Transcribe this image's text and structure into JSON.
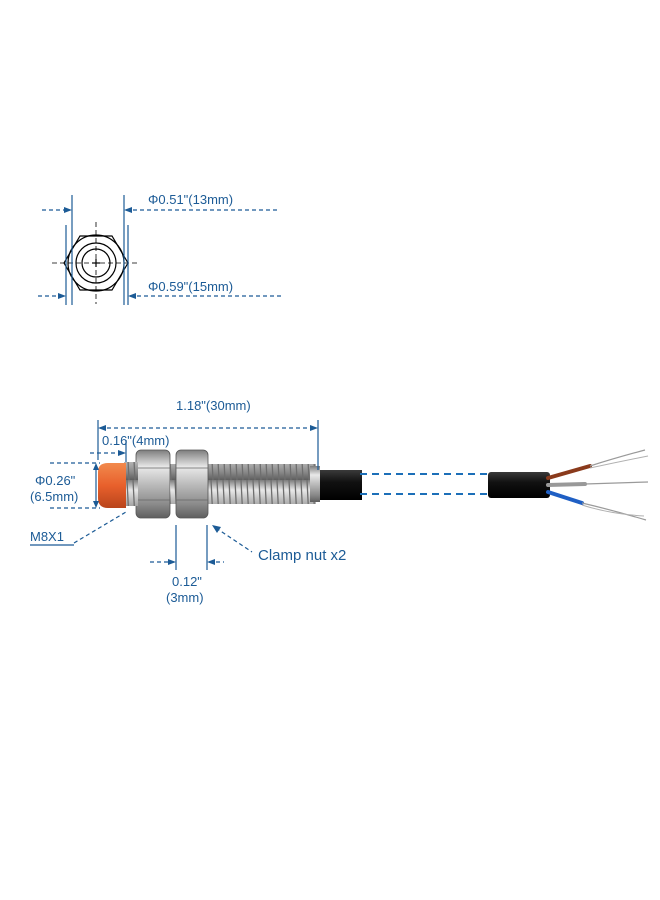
{
  "labels": {
    "inner_diameter": "Φ0.51\"(13mm)",
    "outer_diameter": "Φ0.59\"(15mm)",
    "total_length": "1.18\"(30mm)",
    "head_length": "0.16\"(4mm)",
    "head_diameter_line1": "Φ0.26\"",
    "head_diameter_line2": "(6.5mm)",
    "thread": "M8X1",
    "clamp_nut": "Clamp nut x2",
    "nut_gap_line1": "0.12\"",
    "nut_gap_line2": "(3mm)"
  },
  "colors": {
    "dimension": "#1c5b96",
    "sensor_head": "#e8602c",
    "metal": "#b9b9b9",
    "cable": "#1a1a1a",
    "wire_brown": "#8a3a1c",
    "wire_blue": "#1f5fc4"
  }
}
